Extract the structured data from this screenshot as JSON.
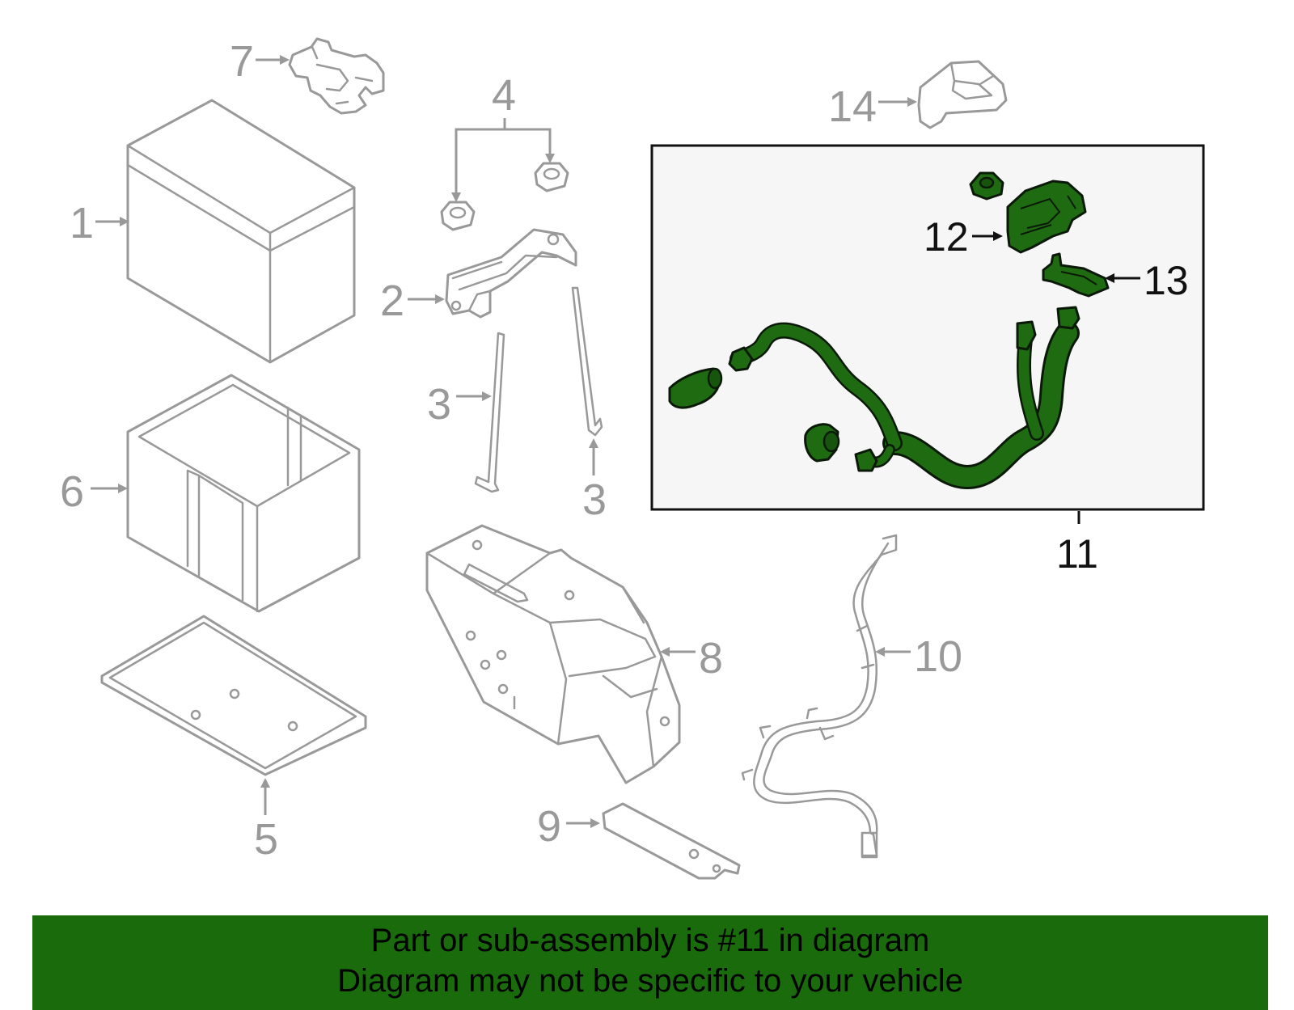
{
  "callouts": {
    "c1": "1",
    "c2": "2",
    "c3a": "3",
    "c3b": "3",
    "c4": "4",
    "c5": "5",
    "c6": "6",
    "c7": "7",
    "c8": "8",
    "c9": "9",
    "c10": "10",
    "c11": "11",
    "c12": "12",
    "c13": "13",
    "c14": "14"
  },
  "banner": {
    "line1": "Part or sub-assembly is #11 in diagram",
    "line2": "Diagram may not be specific to your vehicle"
  },
  "colors": {
    "highlight": "#1e6b12",
    "banner": "#196b0c",
    "part_outline": "#999999"
  }
}
